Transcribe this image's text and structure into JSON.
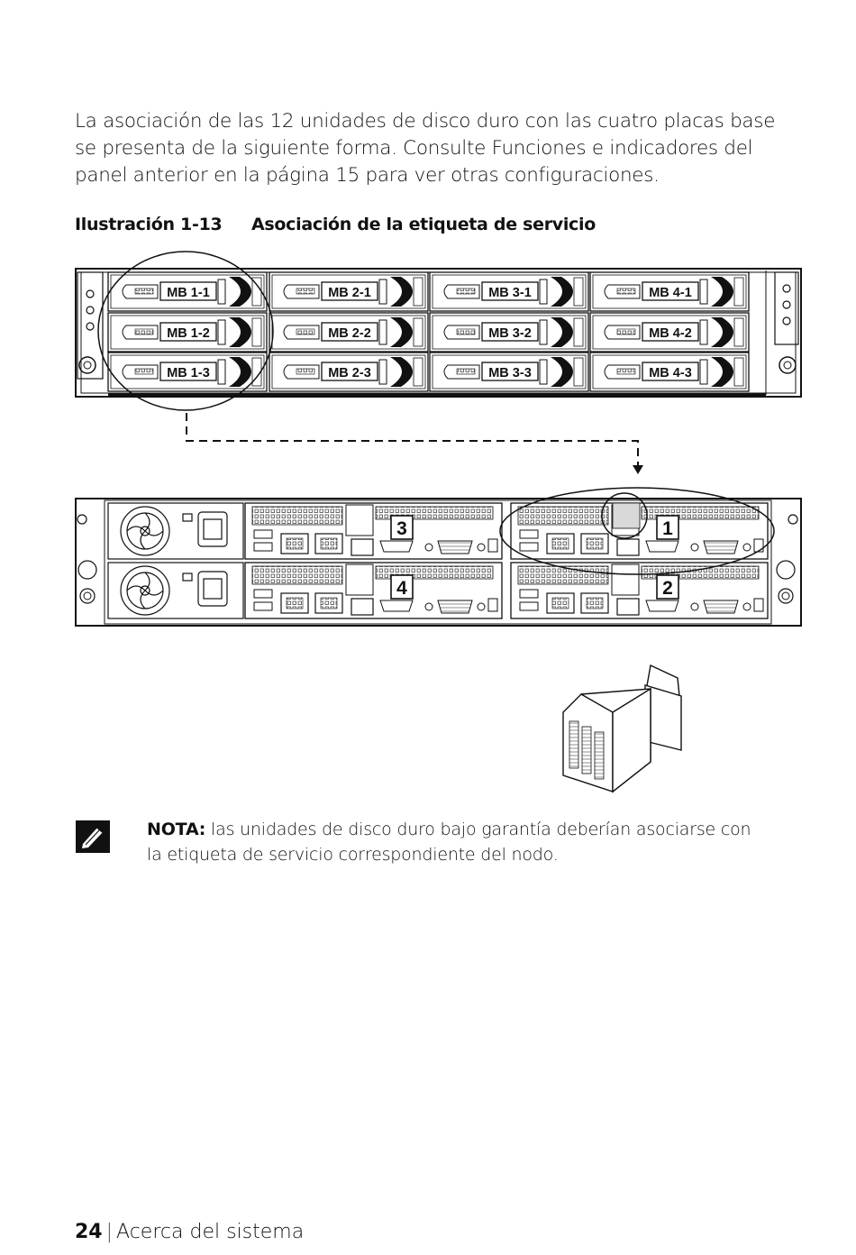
{
  "intro": {
    "line1": "La asociación de las 12 unidades de disco duro con las cuatro placas base",
    "line2": "se presenta de la siguiente forma. Consulte Funciones e indicadores del",
    "line3": "panel anterior en la página 15 para ver otras configuraciones."
  },
  "figure": {
    "number": "Ilustración 1-13",
    "title": "Asociación de la etiqueta de servicio",
    "drive_labels": [
      [
        "MB 1-1",
        "MB 2-1",
        "MB 3-1",
        "MB 4-1"
      ],
      [
        "MB 1-2",
        "MB 2-2",
        "MB 3-2",
        "MB 4-2"
      ],
      [
        "MB 1-3",
        "MB 2-3",
        "MB 3-3",
        "MB 4-3"
      ]
    ],
    "node_labels": [
      "3",
      "1",
      "4",
      "2"
    ]
  },
  "note": {
    "label": "NOTA:",
    "line1": "las unidades de disco duro bajo garantía deberían asociarse con",
    "line2": "la etiqueta de servicio correspondiente del nodo."
  },
  "footer": {
    "page_number": "24",
    "separator": "|",
    "section": "Acerca del sistema"
  }
}
